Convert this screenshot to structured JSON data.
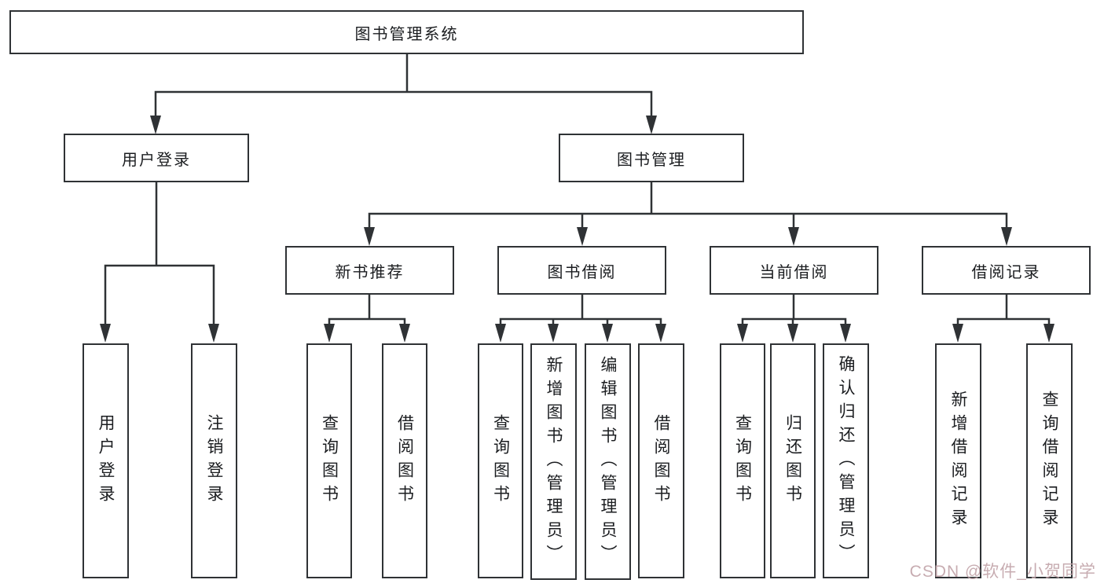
{
  "tree": {
    "root": {
      "label": "图书管理系统"
    },
    "branches": [
      {
        "label": "用户登录",
        "children": [
          {
            "label": "用户登录"
          },
          {
            "label": "注销登录"
          }
        ]
      },
      {
        "label": "图书管理",
        "children": [
          {
            "label": "新书推荐",
            "children": [
              {
                "label": "查询图书"
              },
              {
                "label": "借阅图书"
              }
            ]
          },
          {
            "label": "图书借阅",
            "children": [
              {
                "label": "查询图书"
              },
              {
                "label": "新增图书（管理员）"
              },
              {
                "label": "编辑图书（管理员）"
              },
              {
                "label": "借阅图书"
              }
            ]
          },
          {
            "label": "当前借阅",
            "children": [
              {
                "label": "查询图书"
              },
              {
                "label": "归还图书"
              },
              {
                "label": "确认归还（管理员）"
              }
            ]
          },
          {
            "label": "借阅记录",
            "children": [
              {
                "label": "新增借阅记录"
              },
              {
                "label": "查询借阅记录"
              }
            ]
          }
        ]
      }
    ]
  },
  "watermark": {
    "text": "CSDN @软件_小贺同学"
  },
  "colors": {
    "line": "#2f3235",
    "text": "#1b1d20",
    "box-bg": "#ffffff",
    "page-bg": "#ffffff",
    "watermark": "#c2a4a9"
  }
}
